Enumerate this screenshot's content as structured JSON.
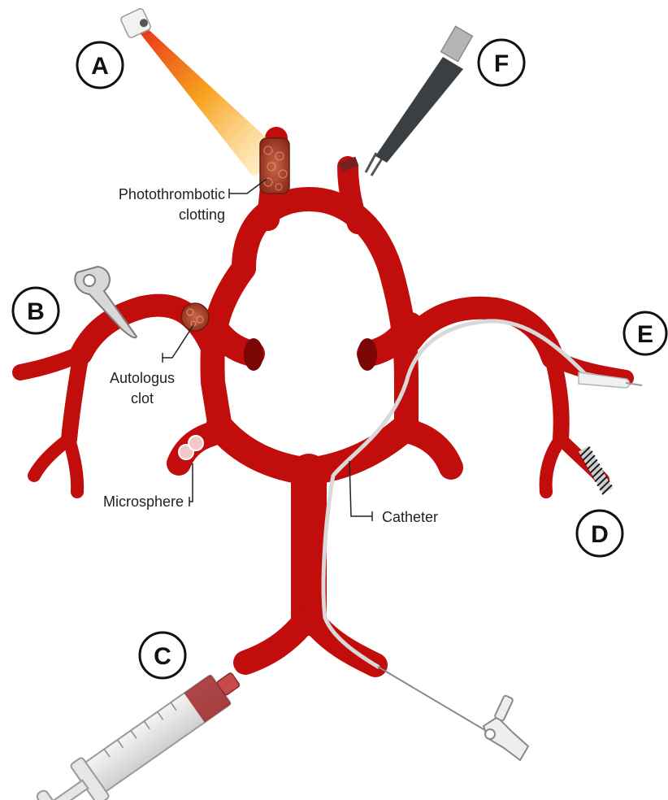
{
  "markers": {
    "a": "A",
    "b": "B",
    "c": "C",
    "d": "D",
    "e": "E",
    "f": "F"
  },
  "labels": {
    "photothrombotic_line1": "Photothrombotic",
    "photothrombotic_line2": "clotting",
    "autologous_line1": "Autologus",
    "autologous_line2": "clot",
    "microsphere": "Microsphere",
    "catheter": "Catheter"
  },
  "colors": {
    "vessel": "#c20d0d",
    "vessel_dark": "#7a0606",
    "clot": "#a8422c",
    "laser_start": "#e8321a",
    "laser_end": "#ffd36a",
    "instrument_dark": "#3a3f44",
    "catheter": "#d9d9d9"
  }
}
